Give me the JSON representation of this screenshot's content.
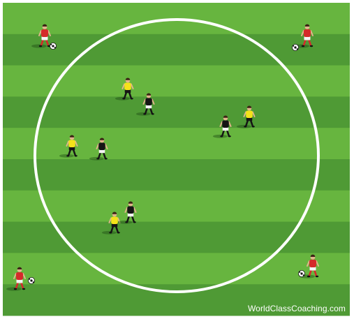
{
  "field": {
    "stripe_light": "#67b53f",
    "stripe_dark": "#4f9a35",
    "circle_color": "#ffffff"
  },
  "colors": {
    "red_kit": "#d42a2a",
    "yellow_kit": "#f4e21a",
    "black_kit": "#151515",
    "shorts_white": "#f4f4f4",
    "skin": "#e2b48c"
  },
  "players": [
    {
      "team": "red",
      "icon": "player-red-with-ball"
    },
    {
      "team": "red",
      "icon": "player-red-with-ball"
    },
    {
      "team": "red",
      "icon": "player-red-with-ball"
    },
    {
      "team": "red",
      "icon": "player-red-with-ball"
    },
    {
      "team": "yellow",
      "icon": "player-yellow"
    },
    {
      "team": "yellow",
      "icon": "player-yellow"
    },
    {
      "team": "yellow",
      "icon": "player-yellow"
    },
    {
      "team": "yellow",
      "icon": "player-yellow"
    },
    {
      "team": "black",
      "icon": "player-black"
    },
    {
      "team": "black",
      "icon": "player-black"
    },
    {
      "team": "black",
      "icon": "player-black"
    },
    {
      "team": "black",
      "icon": "player-black"
    }
  ],
  "watermark": "WorldClassCoaching.com"
}
